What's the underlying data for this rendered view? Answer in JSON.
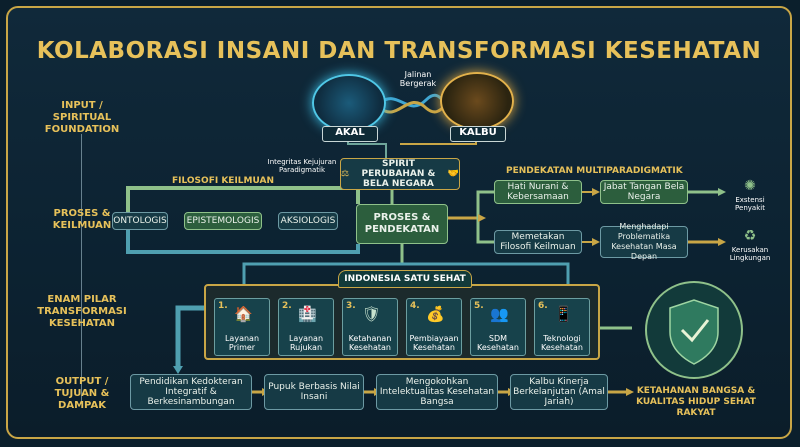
{
  "title": "KOLABORASI INSANI DAN TRANSFORMASI KESEHATAN",
  "row_labels": {
    "input": "INPUT / SPIRITUAL FOUNDATION",
    "proses": "PROSES & KEILMUAN",
    "pilar": "ENAM PILAR TRANSFORMASI KESEHATAN",
    "output": "OUTPUT / TUJUAN & DAMPAK"
  },
  "top": {
    "akal": "AKAL",
    "kalbu": "KALBU",
    "jalinan": "Jalinan Bergerak",
    "integritas": "Integritas Kejujuran Paradigmatik",
    "spirit": "SPIRIT PERUBAHAN & BELA NEGARA"
  },
  "filosofi": {
    "label": "FILOSOFI KEILMUAN",
    "items": [
      "ONTOLOGIS",
      "EPISTEMOLOGIS",
      "AKSIOLOGIS"
    ]
  },
  "proses_box": "PROSES & PENDEKATAN",
  "multi": {
    "label": "PENDEKATAN MULTIPARADIGMATIK",
    "boxes": [
      "Hati Nurani & Kebersamaan",
      "Jabat Tangan Bela Negara",
      "Memetakan Filosofi Keilmuan",
      "Menghadapi Problematika Kesehatan Masa Depan"
    ],
    "outcomes": [
      "Exstensi Penyakit",
      "Kerusakan Lingkungan"
    ]
  },
  "banner": "INDONESIA SATU SEHAT",
  "pillars": [
    {
      "num": "1.",
      "label": "Layanan Primer",
      "icon": "🏠"
    },
    {
      "num": "2.",
      "label": "Layanan Rujukan",
      "icon": "🏥"
    },
    {
      "num": "3.",
      "label": "Ketahanan Kesehatan",
      "icon": "🛡"
    },
    {
      "num": "4.",
      "label": "Pembiayaan Kesehatan",
      "icon": "💰"
    },
    {
      "num": "5.",
      "label": "SDM Kesehatan",
      "icon": "👥"
    },
    {
      "num": "6.",
      "label": "Teknologi Kesehatan",
      "icon": "📱"
    }
  ],
  "outputs": [
    "Pendidikan Kedokteran Integratif & Berkesinambungan",
    "Pupuk Berbasis Nilai Insani",
    "Mengokohkan Intelektualitas Kesehatan Bangsa",
    "Kalbu Kinerja Berkelanjutan (Amal Jariah)"
  ],
  "final": "KETAHANAN BANGSA & KUALITAS HIDUP SEHAT RAKYAT",
  "colors": {
    "gold": "#e7c15a",
    "accent_green": "#8fc18a",
    "accent_blue": "#4fc7e6"
  }
}
